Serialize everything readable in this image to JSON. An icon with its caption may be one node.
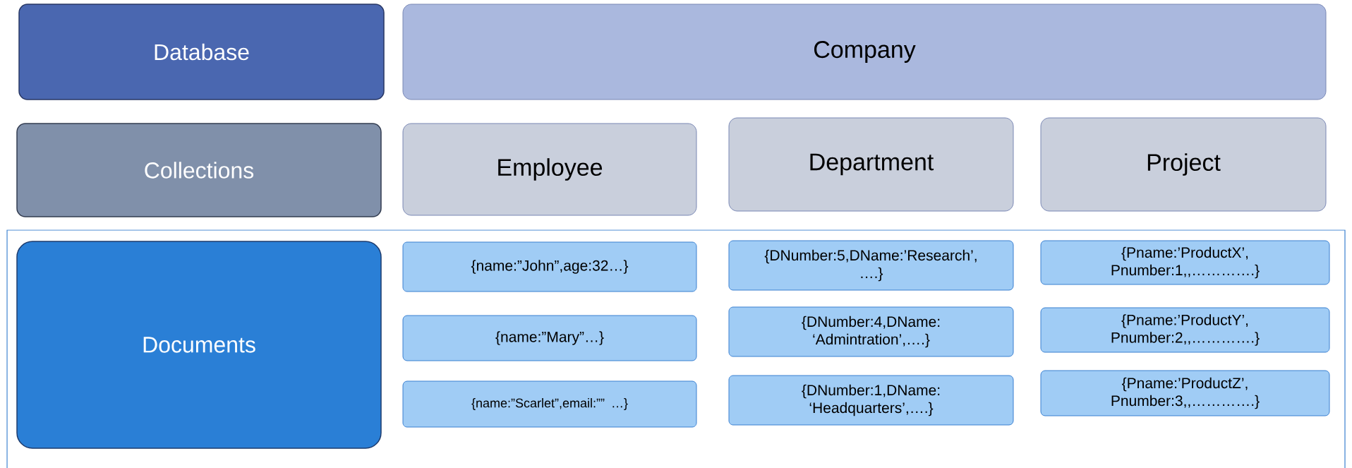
{
  "diagram": {
    "nodes": [
      {
        "text": [
          "Database"
        ]
      },
      {
        "text": [
          "Company"
        ]
      },
      {
        "text": [
          "Collections"
        ]
      },
      {
        "text": [
          "Employee"
        ]
      },
      {
        "text": [
          "Department"
        ]
      },
      {
        "text": [
          "Project"
        ]
      },
      {
        "text": [],
        "shape": "box"
      },
      {
        "text": [
          "Documents"
        ],
        "in": 6
      },
      {
        "text": [
          "{name:”John”,age:32…}"
        ],
        "in": 6
      },
      {
        "text": [
          "{DNumber:5,DName:’Research’, ….}"
        ],
        "in": 6
      },
      {
        "text": [
          "{Pname:’ProductX’, Pnumber:1,,………….}"
        ],
        "in": 6
      },
      {
        "text": [
          "{name:”Mary”…}"
        ],
        "in": 6
      },
      {
        "text": [
          "{DNumber:4,DName: ‘Admintration’,….}"
        ],
        "in": 6
      },
      {
        "text": [
          "{Pname:’ProductY’, Pnumber:2,,………….}"
        ],
        "in": 6
      },
      {
        "text": [
          "{name:”Scarlet”,email:”” …}"
        ],
        "in": 6
      },
      {
        "text": [
          "{DNumber:1,DName: ‘Headquarters’,….}"
        ],
        "in": 6
      },
      {
        "text": [
          "{Pname:’ProductZ’, Pnumber:3,,………….}"
        ],
        "in": 6
      }
    ]
  }
}
